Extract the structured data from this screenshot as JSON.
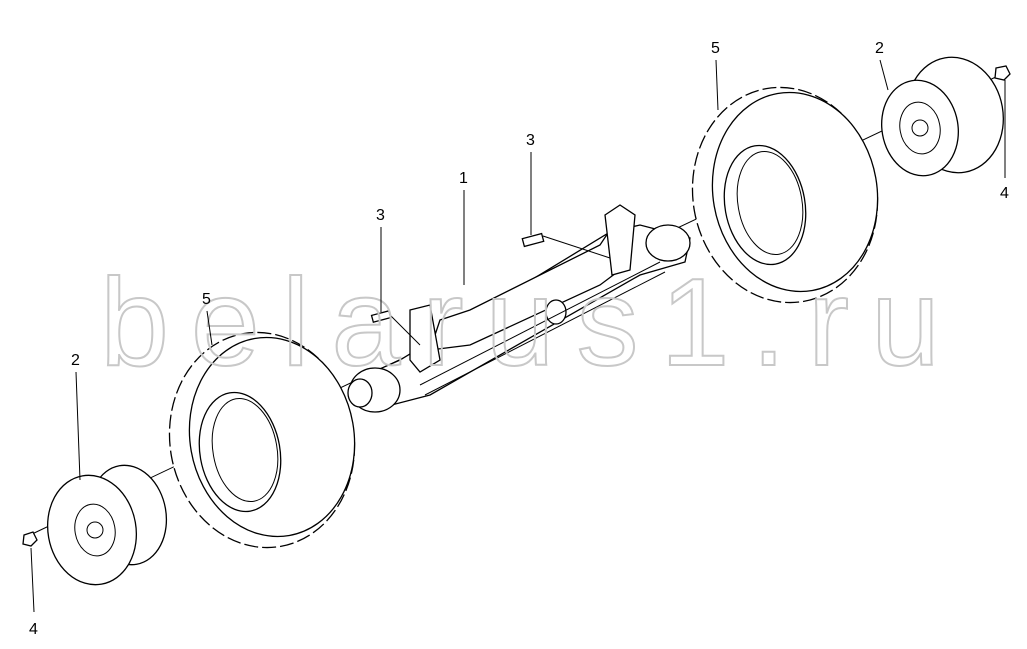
{
  "watermark": "belarus1.ru",
  "callouts": {
    "axle": "1",
    "rim_right": "2",
    "rim_left": "2",
    "bolt_right": "3",
    "bolt_left": "3",
    "nut_right": "4",
    "nut_left": "4",
    "tire_right": "5",
    "tire_left": "5"
  }
}
